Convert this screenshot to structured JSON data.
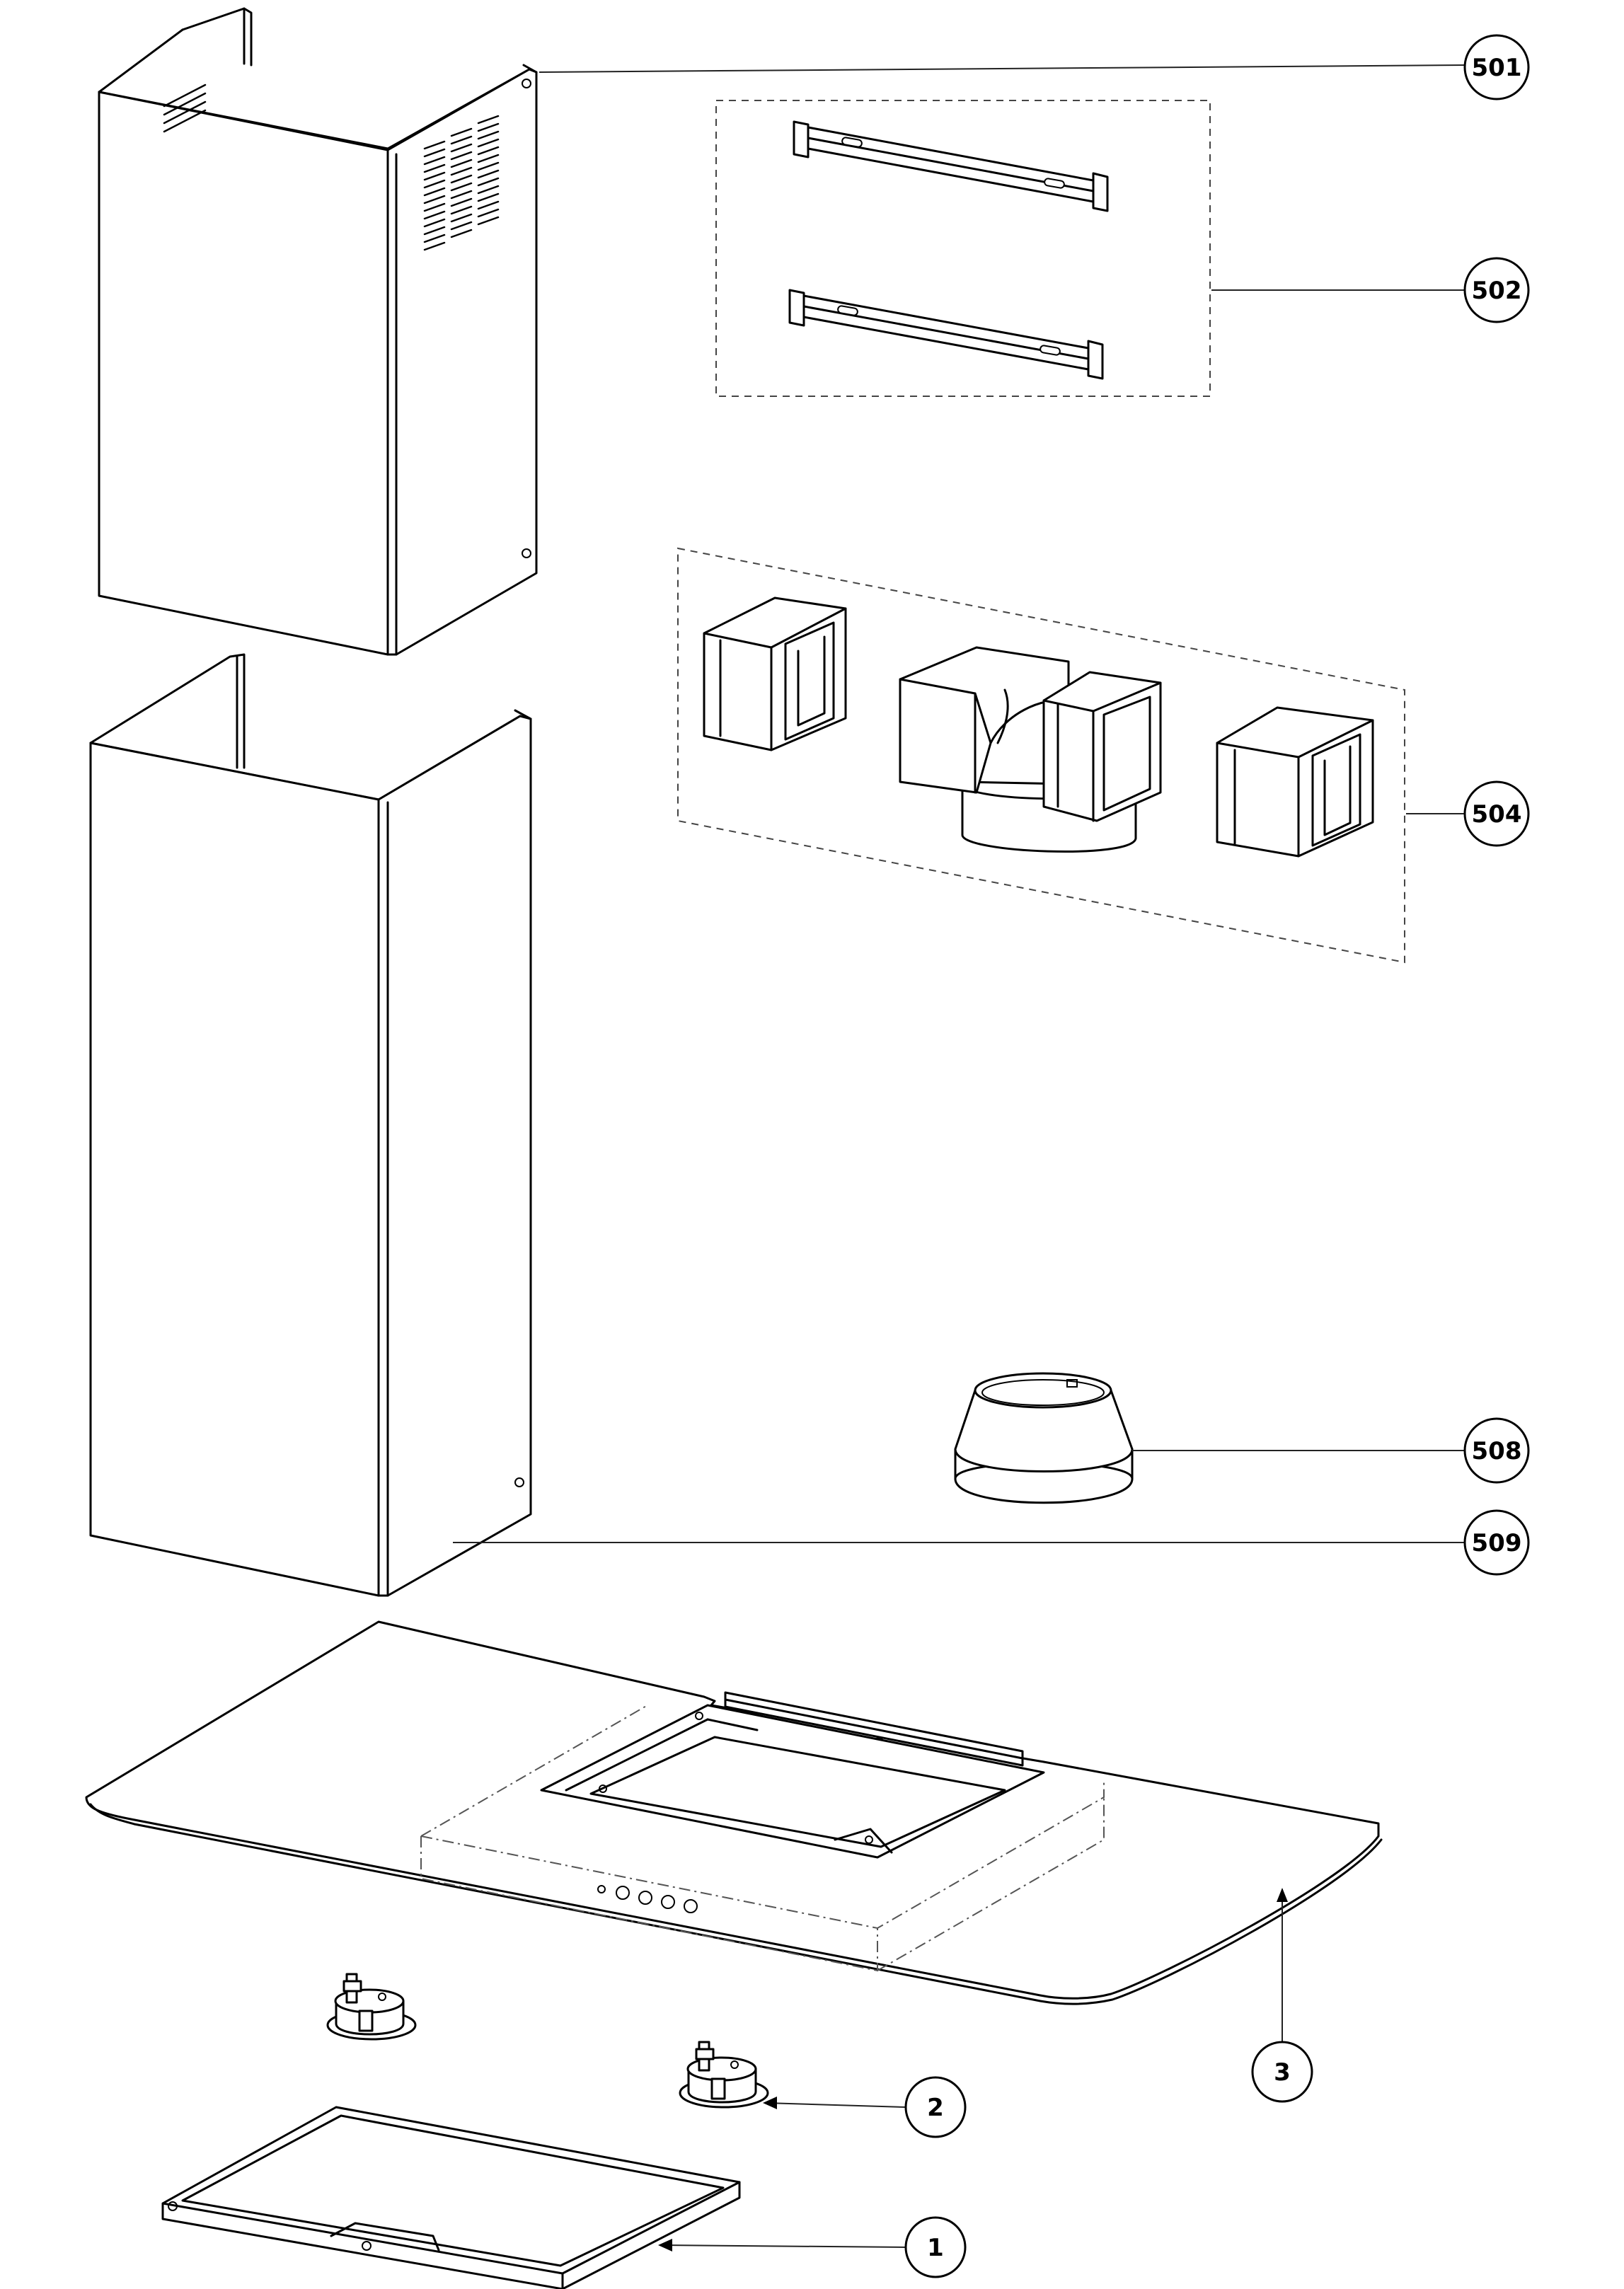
{
  "callouts": [
    {
      "id": "c501",
      "label": "501"
    },
    {
      "id": "c502",
      "label": "502"
    },
    {
      "id": "c504",
      "label": "504"
    },
    {
      "id": "c508",
      "label": "508"
    },
    {
      "id": "c509",
      "label": "509"
    },
    {
      "id": "c3",
      "label": "3"
    },
    {
      "id": "c2",
      "label": "2"
    },
    {
      "id": "c1",
      "label": "1"
    }
  ]
}
